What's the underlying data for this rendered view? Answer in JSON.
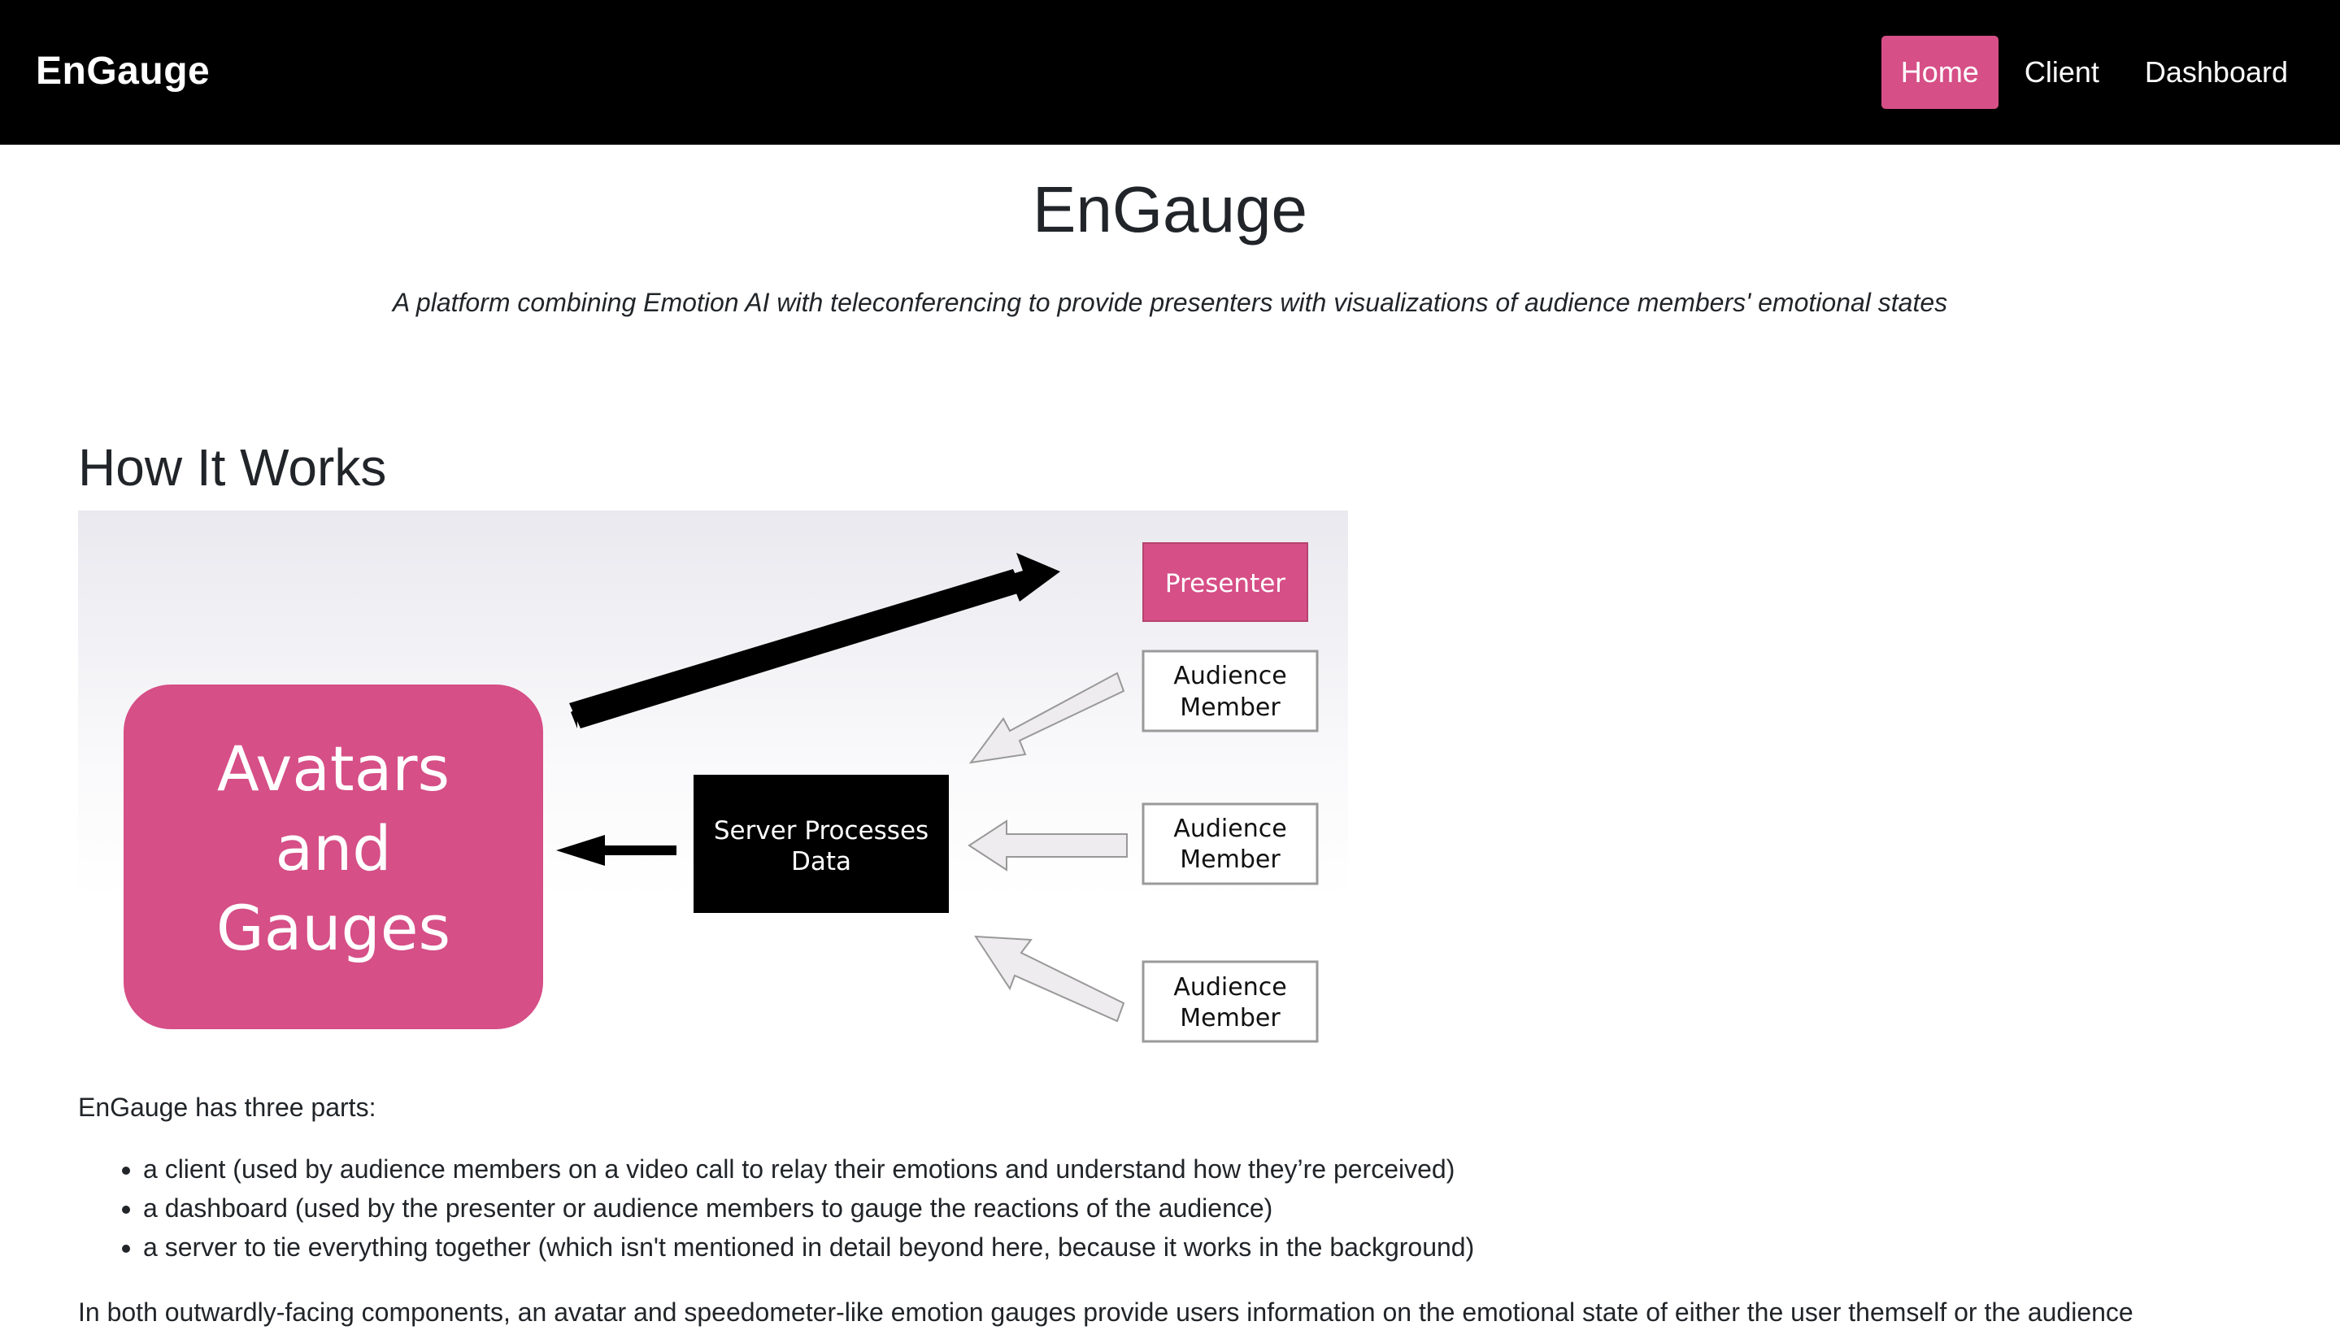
{
  "navbar": {
    "brand": "EnGauge",
    "links": [
      {
        "label": "Home",
        "active": true
      },
      {
        "label": "Client",
        "active": false
      },
      {
        "label": "Dashboard",
        "active": false
      }
    ],
    "accent_color": "#d64f87"
  },
  "header": {
    "title": "EnGauge",
    "subtitle": "A platform combining Emotion AI with teleconferencing to provide presenters with visualizations of audience members' emotional states"
  },
  "how_it_works": {
    "heading": "How It Works",
    "diagram": {
      "main_box": [
        "Avatars",
        "and",
        "Gauges"
      ],
      "server_box": [
        "Server Processes",
        "Data"
      ],
      "presenter": "Presenter",
      "audience": [
        [
          "Audience",
          "Member"
        ],
        [
          "Audience",
          "Member"
        ],
        [
          "Audience",
          "Member"
        ]
      ]
    },
    "intro": "EnGauge has three parts:",
    "parts": [
      "a client (used by audience members on a video call to relay their emotions and understand how they’re perceived)",
      "a dashboard (used by the presenter or audience members to gauge the reactions of the audience)",
      "a server to tie everything together (which isn't mentioned in detail beyond here, because it works in the background)"
    ],
    "paragraph": "In both outwardly-facing components, an avatar and speedometer-like emotion gauges provide users information on the emotional state of either the user themself or the audience"
  }
}
